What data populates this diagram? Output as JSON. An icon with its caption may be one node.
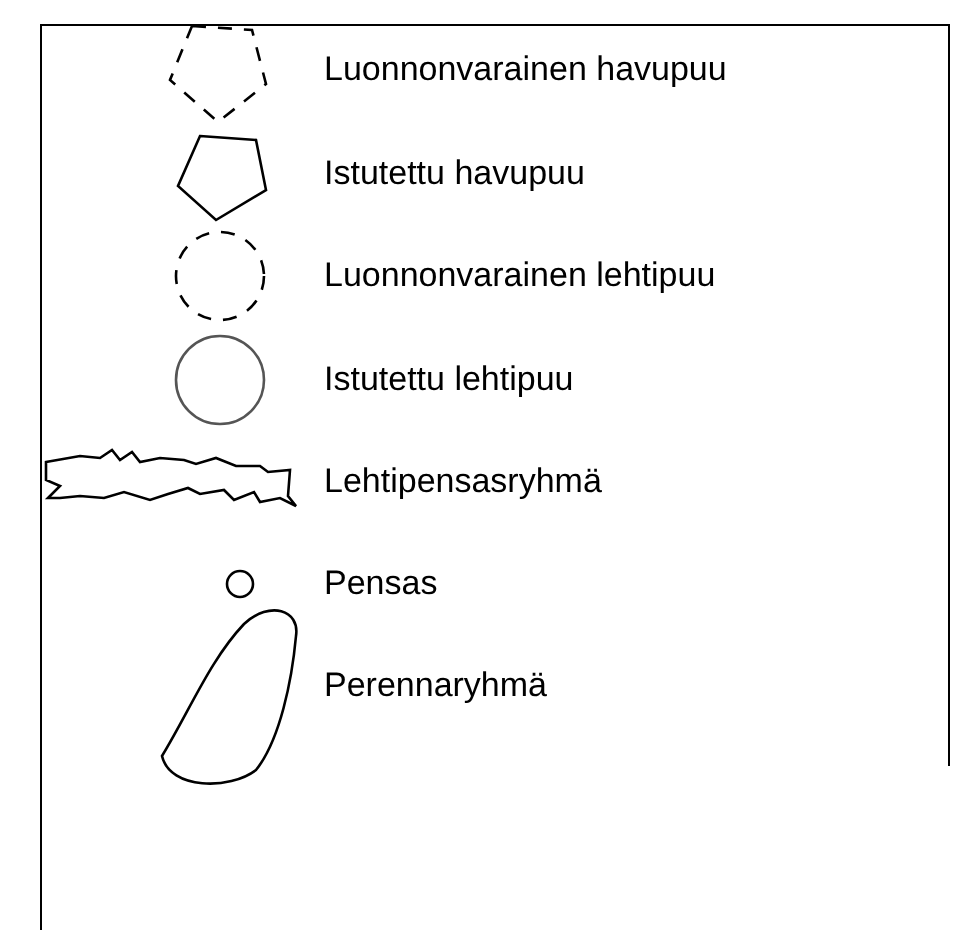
{
  "diagram": {
    "legend": [
      {
        "text": "Luonnonvarainen havupuu"
      },
      {
        "text": "Istutettu havupuu"
      },
      {
        "text": "Luonnonvarainen lehtipuu"
      },
      {
        "text": "Istutettu lehtipuu"
      },
      {
        "text": "Lehtipensasryhmä"
      },
      {
        "text": "Pensas"
      },
      {
        "text": "Perennaryhmä"
      }
    ]
  }
}
